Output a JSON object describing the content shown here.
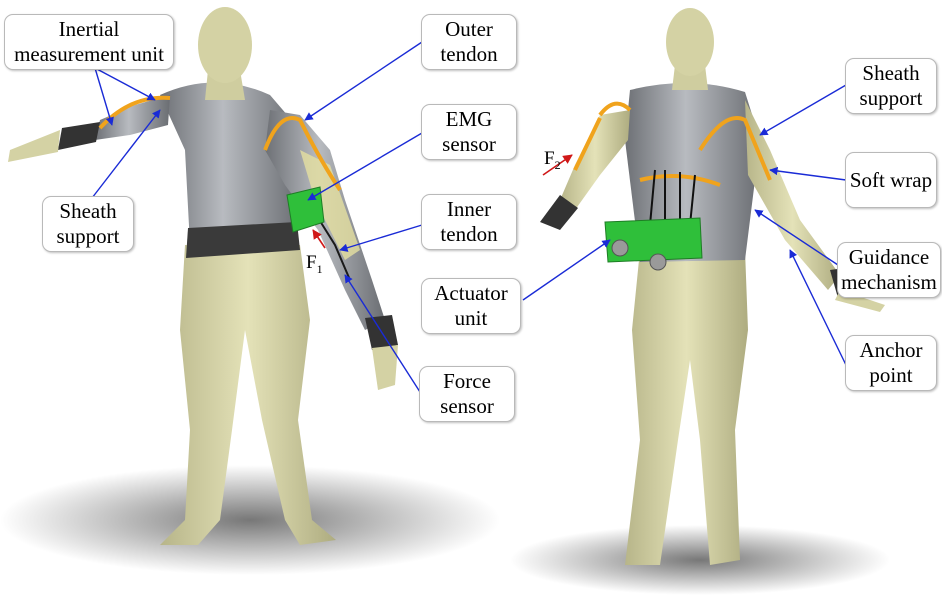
{
  "labels": {
    "imu": [
      "Inertial",
      "measurement unit"
    ],
    "sheath_left": [
      "Sheath",
      "support"
    ],
    "outer_tendon": [
      "Outer",
      "tendon"
    ],
    "emg": [
      "EMG",
      "sensor"
    ],
    "inner_tendon": [
      "Inner",
      "tendon"
    ],
    "actuator": [
      "Actuator",
      "unit"
    ],
    "force_sensor": [
      "Force",
      "sensor"
    ],
    "sheath_right": [
      "Sheath",
      "support"
    ],
    "soft_wrap": [
      "Soft wrap"
    ],
    "guidance": [
      "Guidance",
      "mechanism"
    ],
    "anchor": [
      "Anchor",
      "point"
    ]
  },
  "forces": {
    "f1": {
      "symbol": "F",
      "sub": "1"
    },
    "f2": {
      "symbol": "F",
      "sub": "2"
    }
  },
  "colors": {
    "skin": "#d8d6a6",
    "shirt": "#8c8f94",
    "tendon": "#f0a31c",
    "actuator": "#2fbf3a",
    "pointer": "#1a2bd6",
    "force_arrow": "#d01818",
    "glove": "#333333",
    "label_border": "#b9b9b9"
  }
}
